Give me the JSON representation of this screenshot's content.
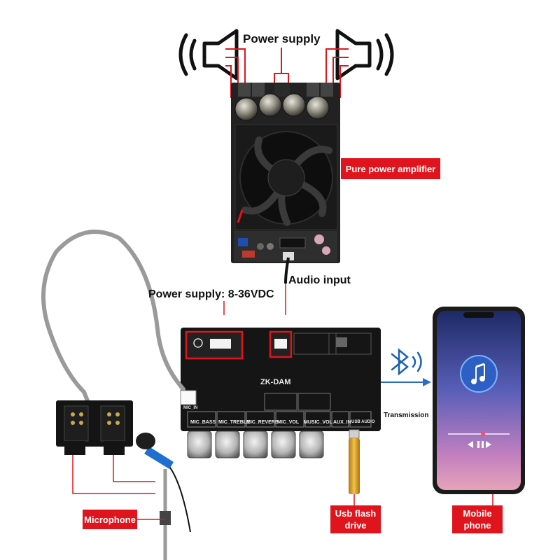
{
  "labels": {
    "power_supply_top": "Power supply",
    "pure_power_amplifier": "Pure power amplifier",
    "audio_input": "Audio input",
    "power_supply_dc": "Power supply: 8-36VDC",
    "transmission": "Transmission",
    "microphone": "Microphone",
    "usb_flash_drive_line1": "Usb flash",
    "usb_flash_drive_line2": "drive",
    "mobile_phone_line1": "Mobile",
    "mobile_phone_line2": "phone"
  },
  "board": {
    "model": "ZK-DAM",
    "knobs": [
      "MIC_BASS",
      "MIC_TREBLE",
      "MIC_REVERB",
      "MIC_VOL",
      "MUSIC_VOL"
    ],
    "ports": [
      "AUX_IN",
      "USB AUDIO"
    ],
    "side_label": "MIC_IN"
  },
  "colors": {
    "accent_red": "#e0141c",
    "bluetooth_blue": "#1a5fb4",
    "board_black": "#151515"
  },
  "icons": [
    "speaker-left-icon",
    "speaker-right-icon",
    "bluetooth-icon",
    "music-note-icon"
  ]
}
